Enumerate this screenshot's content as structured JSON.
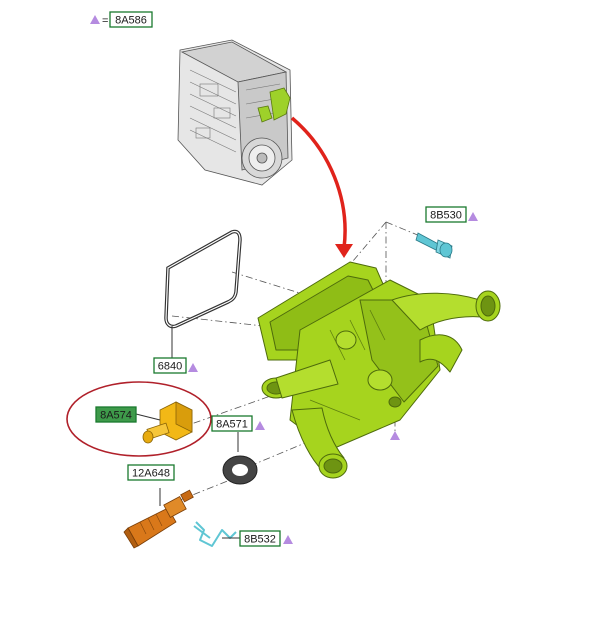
{
  "diagram": {
    "header_callout": {
      "equals": "=",
      "code": "8A586"
    },
    "callouts": {
      "bolt": "8B530",
      "gasket": "6840",
      "adapter": "8A574",
      "seal_washer": "8A571",
      "temp_sensor": "12A648",
      "retaining_clip": "8B532"
    },
    "colors": {
      "housing": "#a6d41e",
      "housing_dark": "#6e9412",
      "adapter": "#f2b816",
      "sensor": "#d9781a",
      "bolt": "#5fc6d4",
      "clip": "#5fc6d4",
      "arrow": "#e0231b",
      "highlight_ellipse": "#b0202a",
      "label_border": "#1a7a2e",
      "adapter_label_fill": "#3e9a4a",
      "marker": "#b58be0"
    },
    "icons": [
      "triangle-marker-icon"
    ]
  }
}
